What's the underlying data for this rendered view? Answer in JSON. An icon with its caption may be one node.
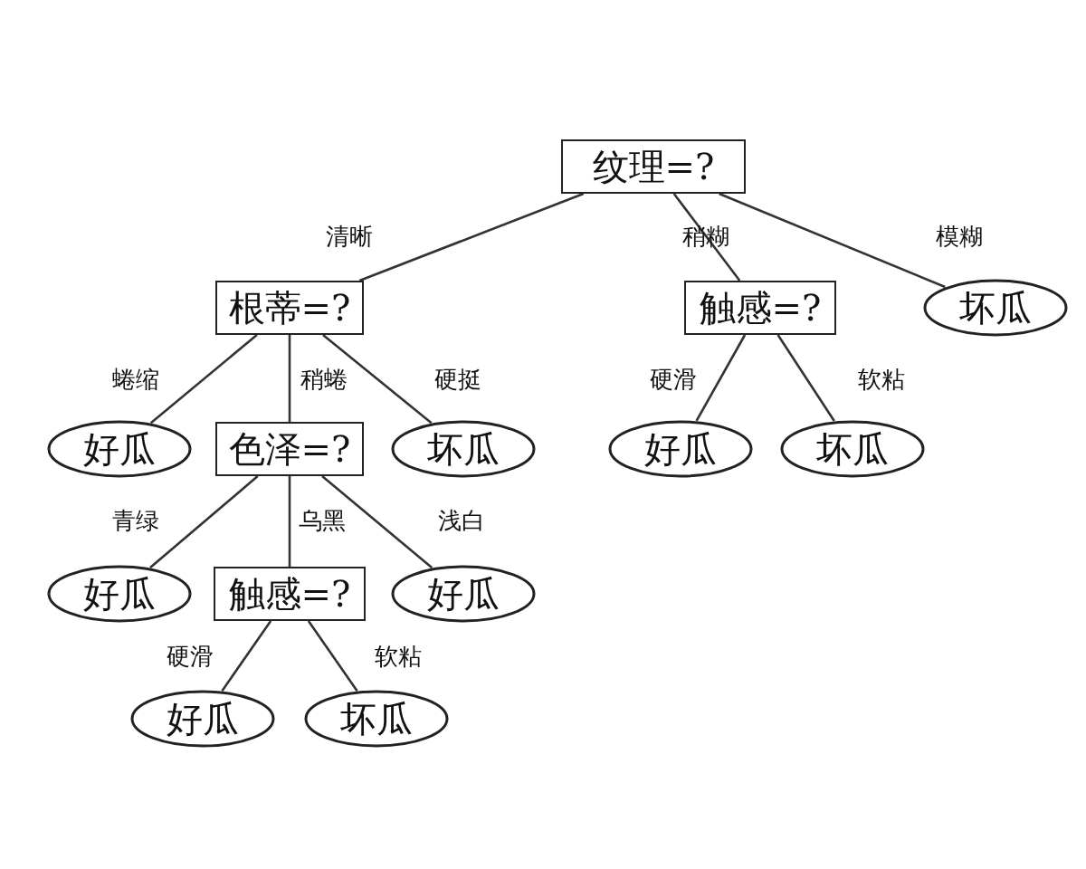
{
  "diagram": {
    "nodes": [
      {
        "text": [
          "纹理=?"
        ]
      },
      {
        "text": [
          "根蒂=?"
        ]
      },
      {
        "text": [
          "触感=?"
        ]
      },
      {
        "text": [
          "坏瓜"
        ]
      },
      {
        "text": [
          "好瓜"
        ]
      },
      {
        "text": [
          "色泽=?"
        ]
      },
      {
        "text": [
          "坏瓜"
        ]
      },
      {
        "text": [
          "好瓜"
        ]
      },
      {
        "text": [
          "坏瓜"
        ]
      },
      {
        "text": [
          "好瓜"
        ]
      },
      {
        "text": [
          "触感=?"
        ]
      },
      {
        "text": [
          "好瓜"
        ]
      },
      {
        "text": [
          "好瓜"
        ]
      },
      {
        "text": [
          "坏瓜"
        ]
      }
    ],
    "edges": [
      {
        "from": 0,
        "to": 1,
        "arrow": "none",
        "label": "清晰"
      },
      {
        "from": 0,
        "to": 2,
        "arrow": "none",
        "label": "稍糊"
      },
      {
        "from": 0,
        "to": 3,
        "arrow": "none",
        "label": "模糊"
      },
      {
        "from": 1,
        "to": 4,
        "arrow": "none",
        "label": "蜷缩"
      },
      {
        "from": 1,
        "to": 5,
        "arrow": "none",
        "label": "稍蜷"
      },
      {
        "from": 1,
        "to": 6,
        "arrow": "none",
        "label": "硬挺"
      },
      {
        "from": 2,
        "to": 7,
        "arrow": "none",
        "label": "硬滑"
      },
      {
        "from": 2,
        "to": 8,
        "arrow": "none",
        "label": "软粘"
      },
      {
        "from": 5,
        "to": 9,
        "arrow": "none",
        "label": "青绿"
      },
      {
        "from": 5,
        "to": 10,
        "arrow": "none",
        "label": "乌黑"
      },
      {
        "from": 5,
        "to": 11,
        "arrow": "none",
        "label": "浅白"
      },
      {
        "from": 10,
        "to": 12,
        "arrow": "none",
        "label": "硬滑"
      },
      {
        "from": 10,
        "to": 13,
        "arrow": "none",
        "label": "软粘"
      }
    ]
  }
}
